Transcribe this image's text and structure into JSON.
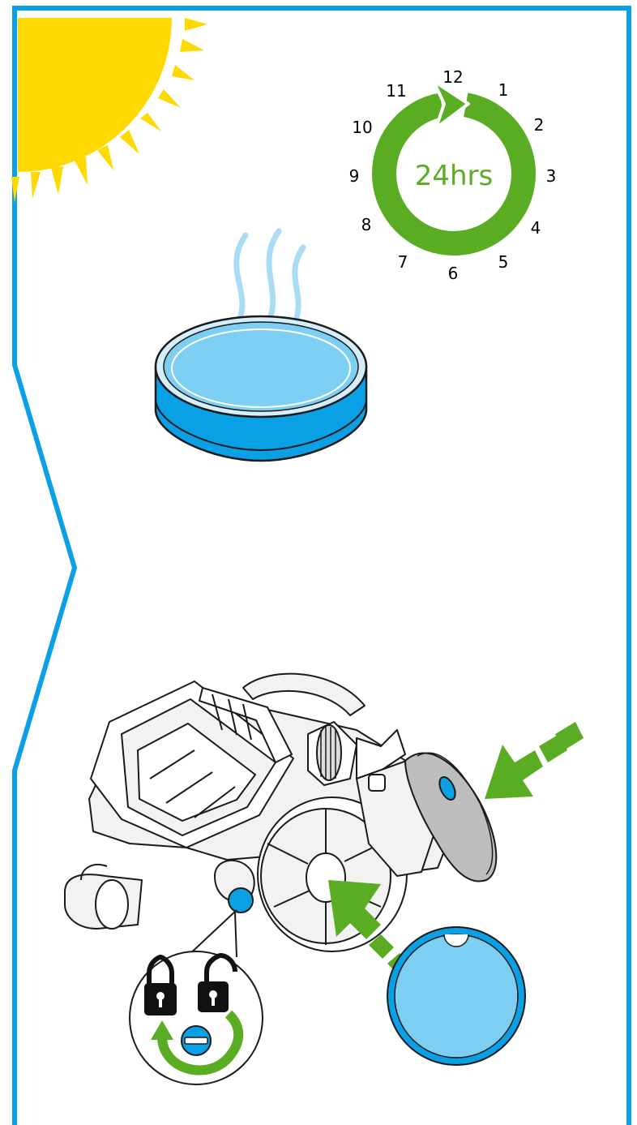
{
  "timer": {
    "duration_label": "24hrs",
    "hours": [
      "12",
      "1",
      "2",
      "3",
      "4",
      "5",
      "6",
      "7",
      "8",
      "9",
      "10",
      "11"
    ]
  },
  "colors": {
    "frame_blue": "#0aa0e6",
    "sun_yellow": "#ffd900",
    "timer_green": "#5aad22",
    "filter_blue": "#0aa0e6",
    "filter_light_blue": "#7ccff2",
    "steam_blue": "#aadcf5",
    "outline": "#1a1a1a",
    "body_grey": "#f2f2f2"
  },
  "icons": {
    "locked": "padlock-closed",
    "unlocked": "padlock-open",
    "rotate": "clockwise-arrow"
  }
}
